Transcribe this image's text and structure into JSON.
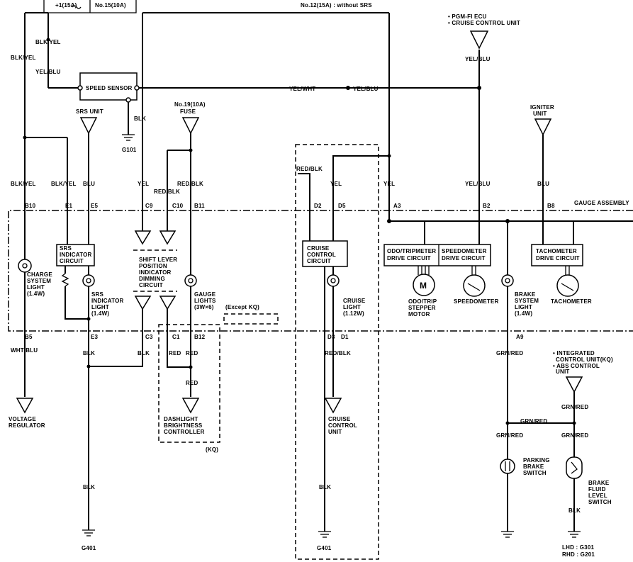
{
  "labels": {
    "fuse_top_1": "+1(15A)",
    "fuse_top_2": "No.15(10A)",
    "fuse_note": "No.12(15A) : without SRS",
    "pgm_1": "• PGM-FI ECU",
    "pgm_2": "• CRUISE CONTROL UNIT",
    "speed_sensor": "SPEED SENSOR",
    "srs_unit": "SRS UNIT",
    "fuse19_1": "No.19(10A)",
    "fuse19_2": "FUSE",
    "igniter_1": "IGNITER",
    "igniter_2": "UNIT",
    "g101": "G101",
    "gauge_assembly": "GAUGE ASSEMBLY",
    "srs_circuit": [
      "SRS",
      "INDICATOR",
      "CIRCUIT"
    ],
    "cruise_circuit": [
      "CRUISE",
      "CONTROL",
      "CIRCUIT"
    ],
    "odo_circuit": [
      "ODO/TRIPMETER",
      "DRIVE CIRCUIT"
    ],
    "speedo_circuit": [
      "SPEEDOMETER",
      "DRIVE CIRCUIT"
    ],
    "tacho_circuit": [
      "TACHOMETER",
      "DRIVE CIRCUIT"
    ],
    "charge_light": [
      "CHARGE",
      "SYSTEM",
      "LIGHT",
      "(1.4W)"
    ],
    "srs_light": [
      "SRS",
      "INDICATOR",
      "LIGHT",
      "(1.4W)"
    ],
    "shift_lever": [
      "SHIFT LEVER",
      "POSITION",
      "INDICATOR",
      "DIMMING",
      "CIRCUIT"
    ],
    "gauge_lights": [
      "GAUGE",
      "LIGHTS",
      "(3W×6)"
    ],
    "except_kq": "(Except KQ)",
    "cruise_light": [
      "CRUISE",
      "LIGHT",
      "(1.12W)"
    ],
    "odo_motor": [
      "ODO/TRIP",
      "STEPPER",
      "MOTOR"
    ],
    "speedometer": "SPEEDOMETER",
    "brake_light": [
      "BRAKE",
      "SYSTEM",
      "LIGHT",
      "(1.4W)"
    ],
    "tachometer": "TACHOMETER",
    "voltage_reg": [
      "VOLTAGE",
      "REGULATOR"
    ],
    "dashlight": [
      "DASHLIGHT",
      "BRIGHTNESS",
      "CONTROLLER"
    ],
    "kq": "(KQ)",
    "cruise_unit": [
      "CRUISE",
      "CONTROL",
      "UNIT"
    ],
    "integrated": [
      "• INTEGRATED",
      "CONTROL UNIT(KQ)",
      "• ABS CONTROL",
      "UNIT"
    ],
    "parking_brake": [
      "PARKING",
      "BRAKE",
      "SWITCH"
    ],
    "brake_fluid": [
      "BRAKE",
      "FLUID",
      "LEVEL",
      "SWITCH"
    ],
    "g401": "G401",
    "lhd": "LHD : G301",
    "rhd": "RHD : G201"
  },
  "wire_colors": {
    "blk_yel": "BLK/YEL",
    "yel_blu": "YEL/BLU",
    "yel_wht": "YEL/WHT",
    "blk": "BLK",
    "blu": "BLU",
    "yel": "YEL",
    "red_blk": "RED/BLK",
    "red": "RED",
    "wht_blu": "WHT/BLU",
    "grn_red": "GRN/RED"
  },
  "connectors": {
    "b10": "B10",
    "e1": "E1",
    "e5": "E5",
    "c9": "C9",
    "c10": "C10",
    "b11": "B11",
    "d2": "D2",
    "d5": "D5",
    "a3": "A3",
    "b2": "B2",
    "b8": "B8",
    "b5": "B5",
    "e3": "E3",
    "c3": "C3",
    "c1": "C1",
    "b12": "B12",
    "d3": "D3",
    "d1": "D1",
    "a9": "A9"
  },
  "symbols": {
    "motor": "M"
  }
}
